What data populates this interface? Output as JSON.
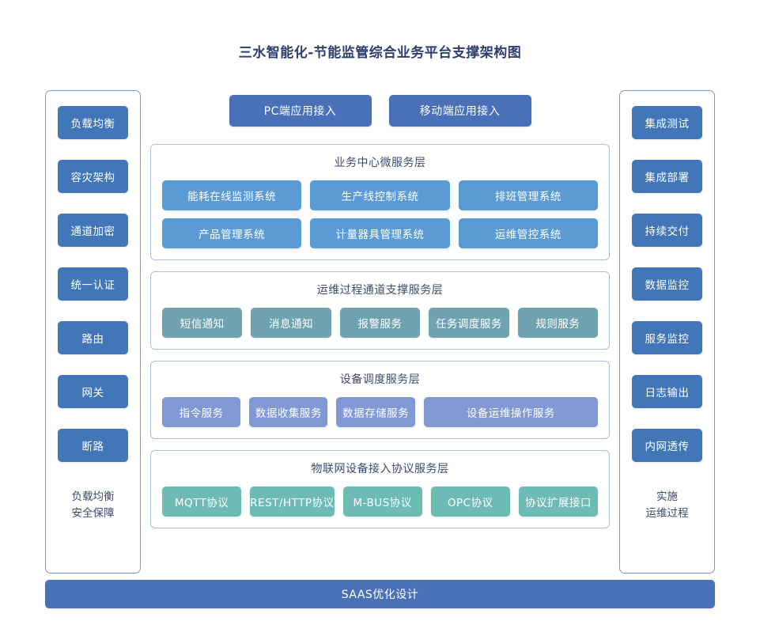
{
  "title": "三水智能化-节能监管综合业务平台支撑架构图",
  "colors": {
    "title_text": "#2e3f6e",
    "side_button": "#4176b8",
    "access_button": "#4a70b8",
    "business_chip": "#5b9bd5",
    "ops_chip": "#6fa3b0",
    "device_chip": "#8099d4",
    "iot_chip": "#6cbbb4",
    "panel_border": "#aebedf",
    "side_border": "#7b96d4",
    "bottom_bar": "#4a70b8",
    "background": "#ffffff"
  },
  "left_column": {
    "items": [
      {
        "label": "负载均衡"
      },
      {
        "label": "容灾架构"
      },
      {
        "label": "通道加密"
      },
      {
        "label": "统一认证"
      },
      {
        "label": "路由"
      },
      {
        "label": "网关"
      },
      {
        "label": "断路"
      }
    ],
    "footer_line1": "负载均衡",
    "footer_line2": "安全保障"
  },
  "right_column": {
    "items": [
      {
        "label": "集成测试"
      },
      {
        "label": "集成部署"
      },
      {
        "label": "持续交付"
      },
      {
        "label": "数据监控"
      },
      {
        "label": "服务监控"
      },
      {
        "label": "日志输出"
      },
      {
        "label": "内网透传"
      }
    ],
    "footer_line1": "实施",
    "footer_line2": "运维过程"
  },
  "access_row": [
    {
      "label": "PC端应用接入"
    },
    {
      "label": "移动端应用接入"
    }
  ],
  "layers": [
    {
      "id": "business",
      "title": "业务中心微服务层",
      "rows": [
        [
          {
            "label": "能耗在线监测系统"
          },
          {
            "label": "生产线控制系统"
          },
          {
            "label": "排班管理系统"
          }
        ],
        [
          {
            "label": "产品管理系统"
          },
          {
            "label": "计量器具管理系统"
          },
          {
            "label": "运维管控系统"
          }
        ]
      ]
    },
    {
      "id": "ops",
      "title": "运维过程通道支撑服务层",
      "rows": [
        [
          {
            "label": "短信通知"
          },
          {
            "label": "消息通知"
          },
          {
            "label": "报警服务"
          },
          {
            "label": "任务调度服务"
          },
          {
            "label": "规则服务"
          }
        ]
      ]
    },
    {
      "id": "device",
      "title": "设备调度服务层",
      "rows": [
        [
          {
            "label": "指令服务"
          },
          {
            "label": "数据收集服务"
          },
          {
            "label": "数据存储服务"
          },
          {
            "label": "设备运维操作服务",
            "wide": true
          }
        ]
      ]
    },
    {
      "id": "iot",
      "title": "物联网设备接入协议服务层",
      "rows": [
        [
          {
            "label": "MQTT协议"
          },
          {
            "label": "REST/HTTP协议"
          },
          {
            "label": "M-BUS协议"
          },
          {
            "label": "OPC协议"
          },
          {
            "label": "协议扩展接口"
          }
        ]
      ]
    }
  ],
  "bottom_bar": {
    "label": "SAAS优化设计"
  }
}
